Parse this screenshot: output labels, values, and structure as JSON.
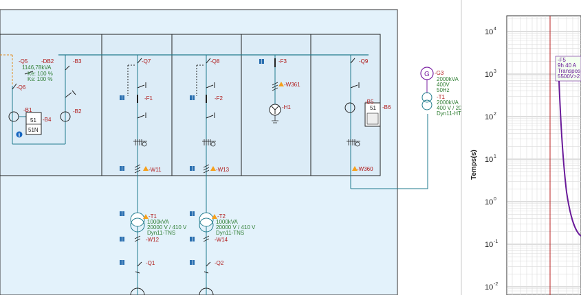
{
  "single_line_diagram": {
    "feeder_left": {
      "breaker_q5": "-Q5",
      "relay_db2": "-DB2",
      "db2_power": "1146,78kVA",
      "ke": "Ke: 100 %",
      "ks": "Ks: 100 %",
      "breaker_q6": "-Q6",
      "ct_b1": "-B1",
      "relay_b4": "-B4",
      "relay_51": "51",
      "relay_51n": "51N",
      "info_icon": "i"
    },
    "feeder_b": {
      "ct_b3": "-B3",
      "ct_b2": "-B2"
    },
    "feeder_q7": {
      "breaker": "-Q7",
      "fuse": "-F1",
      "cable": "-W11"
    },
    "feeder_q8": {
      "breaker": "-Q8",
      "fuse": "-F2",
      "cable": "-W13"
    },
    "feeder_f3": {
      "fuse": "-F3",
      "cable": "-W361",
      "load": "-H1"
    },
    "feeder_q9": {
      "breaker": "-Q9",
      "ct_b5": "-B5",
      "relay_b6": "-B6",
      "relay_51": "51",
      "cable": "-W360"
    },
    "generator": {
      "name": "-G3",
      "power": "2000kVA",
      "voltage": "400V",
      "freq": "50Hz"
    },
    "transformer_t1_hv": {
      "name": "-T1",
      "power": "2000kVA",
      "voltage": "400 V / 20",
      "vector": "Dyn11-HT"
    },
    "transformer_t1": {
      "name": "-T1",
      "power": "1000kVA",
      "voltage": "20000 V / 410 V",
      "vector": "Dyn11-TNS",
      "cable": "-W12",
      "breaker": "-Q1"
    },
    "transformer_t2": {
      "name": "-T2",
      "power": "1000kVA",
      "voltage": "20000 V / 410 V",
      "vector": "Dyn11-TNS",
      "cable": "-W14",
      "breaker": "-Q2"
    }
  },
  "tcc_chart": {
    "ylabel": "Temps(s)",
    "y_exponents": [
      "4",
      "3",
      "2",
      "1",
      "0",
      "-1",
      "-2"
    ],
    "y_base": "10",
    "curve_label": {
      "line1": "-F5",
      "line2": "9h  40 A",
      "line3": "Transpos",
      "line4": "5500V>2"
    },
    "curve_color": "#6a1b9a",
    "reference_line_color": "#b71c1c"
  },
  "colors": {
    "canvas_bg": "#e3f2fb",
    "busbar": "#1f7a8c",
    "label_red": "#b01818",
    "label_green": "#2e7d32"
  }
}
